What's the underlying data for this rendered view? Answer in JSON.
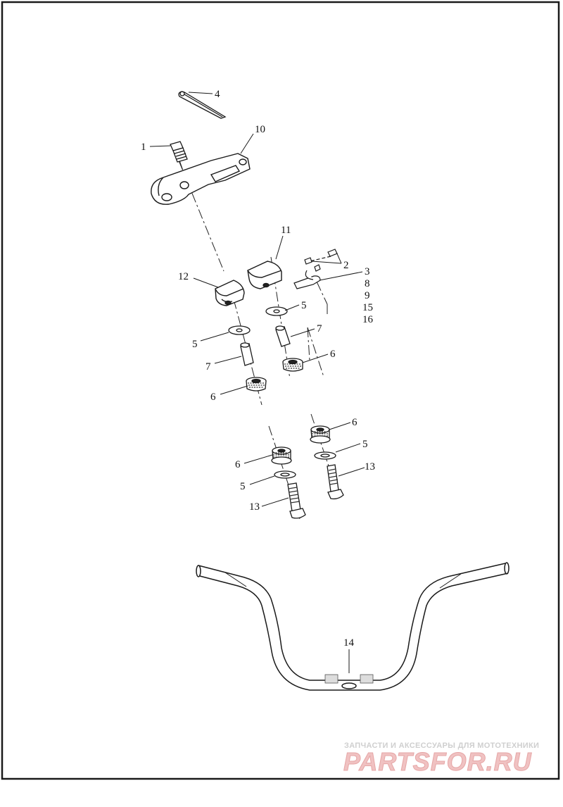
{
  "callouts": {
    "c1": "1",
    "c2": "2",
    "c3": "3",
    "c4": "4",
    "c5a": "5",
    "c5b": "5",
    "c5c": "5",
    "c5d": "5",
    "c6a": "6",
    "c6b": "6",
    "c6c": "6",
    "c6d": "6",
    "c7a": "7",
    "c7b": "7",
    "c8": "8",
    "c9": "9",
    "c10": "10",
    "c11": "11",
    "c12": "12",
    "c13a": "13",
    "c13b": "13",
    "c14": "14",
    "c15": "15",
    "c16": "16"
  },
  "watermark": {
    "tagline": "ЗАПЧАСТИ И АКСЕССУАРЫ ДЛЯ МОТОТЕХНИКИ",
    "logo": "PARTSFOR.RU"
  },
  "colors": {
    "line": "#1a1a1a",
    "watermark": "#e8a8a8"
  }
}
